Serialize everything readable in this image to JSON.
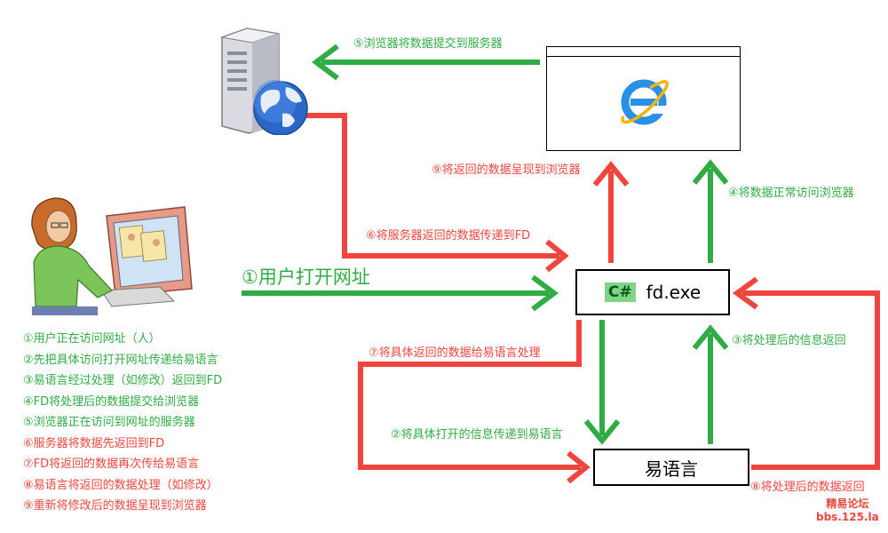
{
  "diagram": {
    "steps": {
      "s1": "①用户打开网址",
      "s2": "②将具体打开的信息传递到易语言",
      "s3": "③将处理后的信息返回",
      "s4": "④将数据正常访问浏览器",
      "s5": "⑤浏览器将数据提交到服务器",
      "s6": "⑥将服务器返回的数据传递到FD",
      "s7": "⑦将具体返回的数据给易语言处理",
      "s8": "⑧将处理后的数据返回",
      "s9": "⑨将返回的数据呈现到浏览器"
    },
    "nodes": {
      "fd_badge": "C#",
      "fd_name": "fd.exe",
      "yiyuyan": "易语言"
    },
    "legend": [
      {
        "text": "①用户正在访问网址（人）",
        "color": "green"
      },
      {
        "text": "②先把具体访问打开网址传递给易语言",
        "color": "green"
      },
      {
        "text": "③易语言经过处理（如修改）返回到FD",
        "color": "green"
      },
      {
        "text": "④FD将处理后的数据提交给浏览器",
        "color": "green"
      },
      {
        "text": "⑤浏览器正在访问到网址的服务器",
        "color": "green"
      },
      {
        "text": "⑥服务器将数据先返回到FD",
        "color": "red"
      },
      {
        "text": "⑦FD将返回的数据再次传给易语言",
        "color": "red"
      },
      {
        "text": "⑧易语言将返回的数据处理（如修改）",
        "color": "red"
      },
      {
        "text": "⑨重新将修改后的数据呈现到浏览器",
        "color": "red"
      }
    ],
    "watermark": {
      "line1": "精易论坛",
      "line2": "bbs.125.la"
    },
    "colors": {
      "green": "#2fad44",
      "red": "#f0453e"
    },
    "icons": [
      "server-icon",
      "globe-icon",
      "ie-icon",
      "person-computer-icon"
    ]
  }
}
